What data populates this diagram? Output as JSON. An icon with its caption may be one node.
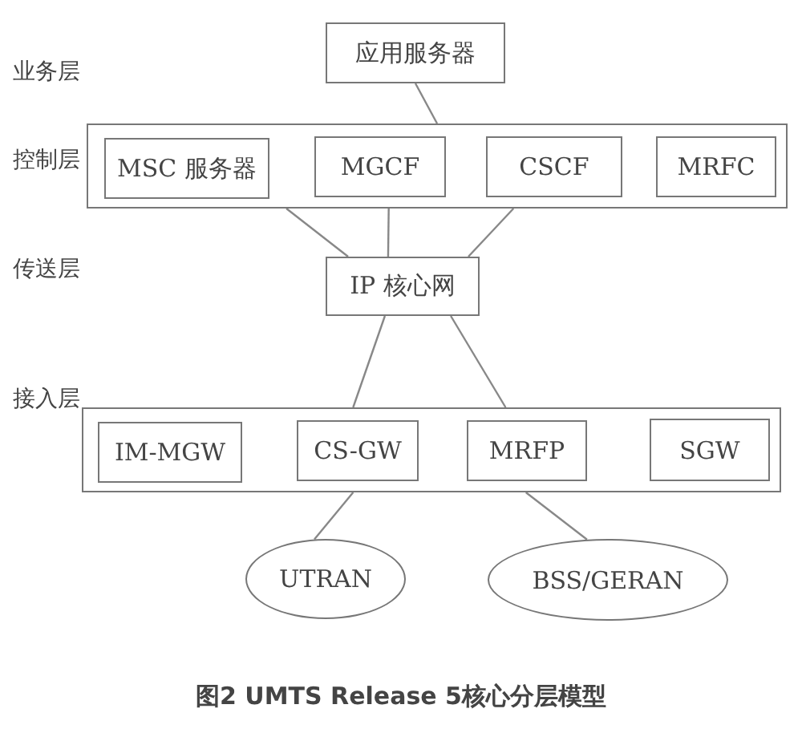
{
  "diagram": {
    "caption": "图2 UMTS Release 5核心分层模型",
    "nodes": [
      {
        "text": [
          "应用服务器"
        ]
      },
      {
        "text": [],
        "shape": "box"
      },
      {
        "text": [
          "MSC 服务器"
        ],
        "in": 1
      },
      {
        "text": [
          "MGCF"
        ],
        "in": 1
      },
      {
        "text": [
          "CSCF"
        ],
        "in": 1
      },
      {
        "text": [
          "MRFC"
        ],
        "in": 1
      },
      {
        "text": [
          "IP 核心网"
        ]
      },
      {
        "text": [],
        "shape": "box"
      },
      {
        "text": [
          "IM-MGW"
        ],
        "in": 7
      },
      {
        "text": [
          "CS-GW"
        ],
        "in": 7
      },
      {
        "text": [
          "MRFP"
        ],
        "in": 7
      },
      {
        "text": [
          "SGW"
        ],
        "in": 7
      },
      {
        "text": [
          "UTRAN"
        ]
      },
      {
        "text": [
          "BSS/GERAN"
        ]
      }
    ],
    "edges": [
      {
        "from": 0,
        "to": 1,
        "arrow": "none"
      },
      {
        "from": 1,
        "to": 6,
        "arrow": "none"
      },
      {
        "from": 1,
        "to": 6,
        "arrow": "none"
      },
      {
        "from": 1,
        "to": 6,
        "arrow": "none"
      },
      {
        "from": 6,
        "to": 7,
        "arrow": "none"
      },
      {
        "from": 6,
        "to": 7,
        "arrow": "none"
      },
      {
        "from": 7,
        "to": 12,
        "arrow": "none"
      },
      {
        "from": 7,
        "to": 13,
        "arrow": "none"
      }
    ],
    "labels": [
      "业务层",
      "控制层",
      "传送层",
      "接入层"
    ]
  }
}
